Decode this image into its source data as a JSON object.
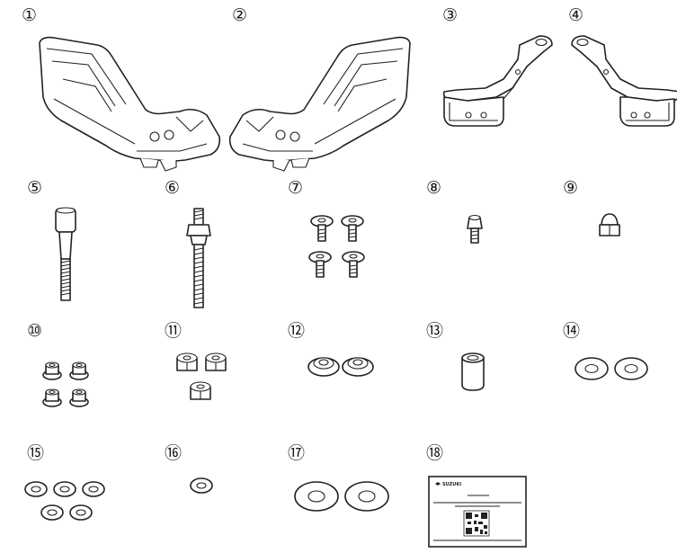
{
  "parts": [
    {
      "label": "①",
      "name": "handguard-left"
    },
    {
      "label": "②",
      "name": "handguard-right"
    },
    {
      "label": "③",
      "name": "bracket-left"
    },
    {
      "label": "④",
      "name": "bracket-right"
    },
    {
      "label": "⑤",
      "name": "long-bolt"
    },
    {
      "label": "⑥",
      "name": "stud-bolt"
    },
    {
      "label": "⑦",
      "name": "screws-x4"
    },
    {
      "label": "⑧",
      "name": "small-bolt"
    },
    {
      "label": "⑨",
      "name": "cap-nut"
    },
    {
      "label": "⑩",
      "name": "flange-nuts-x4"
    },
    {
      "label": "⑪",
      "name": "nuts-x3"
    },
    {
      "label": "⑫",
      "name": "rubber-washers-x2"
    },
    {
      "label": "⑬",
      "name": "collar"
    },
    {
      "label": "⑭",
      "name": "washers-x2"
    },
    {
      "label": "⑮",
      "name": "small-washers-x5"
    },
    {
      "label": "⑯",
      "name": "small-washer"
    },
    {
      "label": "⑰",
      "name": "large-washers-x2"
    },
    {
      "label": "⑱",
      "name": "instruction-manual"
    }
  ],
  "manual": {
    "brand": "SUZUKI"
  }
}
